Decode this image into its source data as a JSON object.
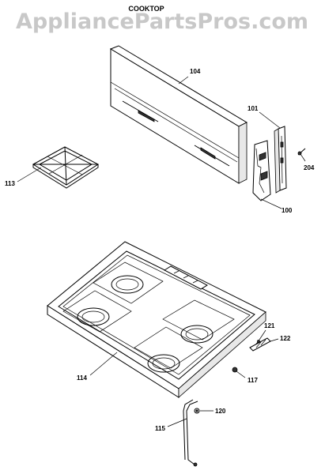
{
  "watermark": "AppliancePartsPros.com",
  "title": "COOKTOP",
  "callouts": {
    "p104": "104",
    "p101": "101",
    "p100": "100",
    "p204": "204",
    "p113": "113",
    "p114": "114",
    "p115": "115",
    "p117": "117",
    "p120": "120",
    "p121": "121",
    "p122": "122"
  }
}
